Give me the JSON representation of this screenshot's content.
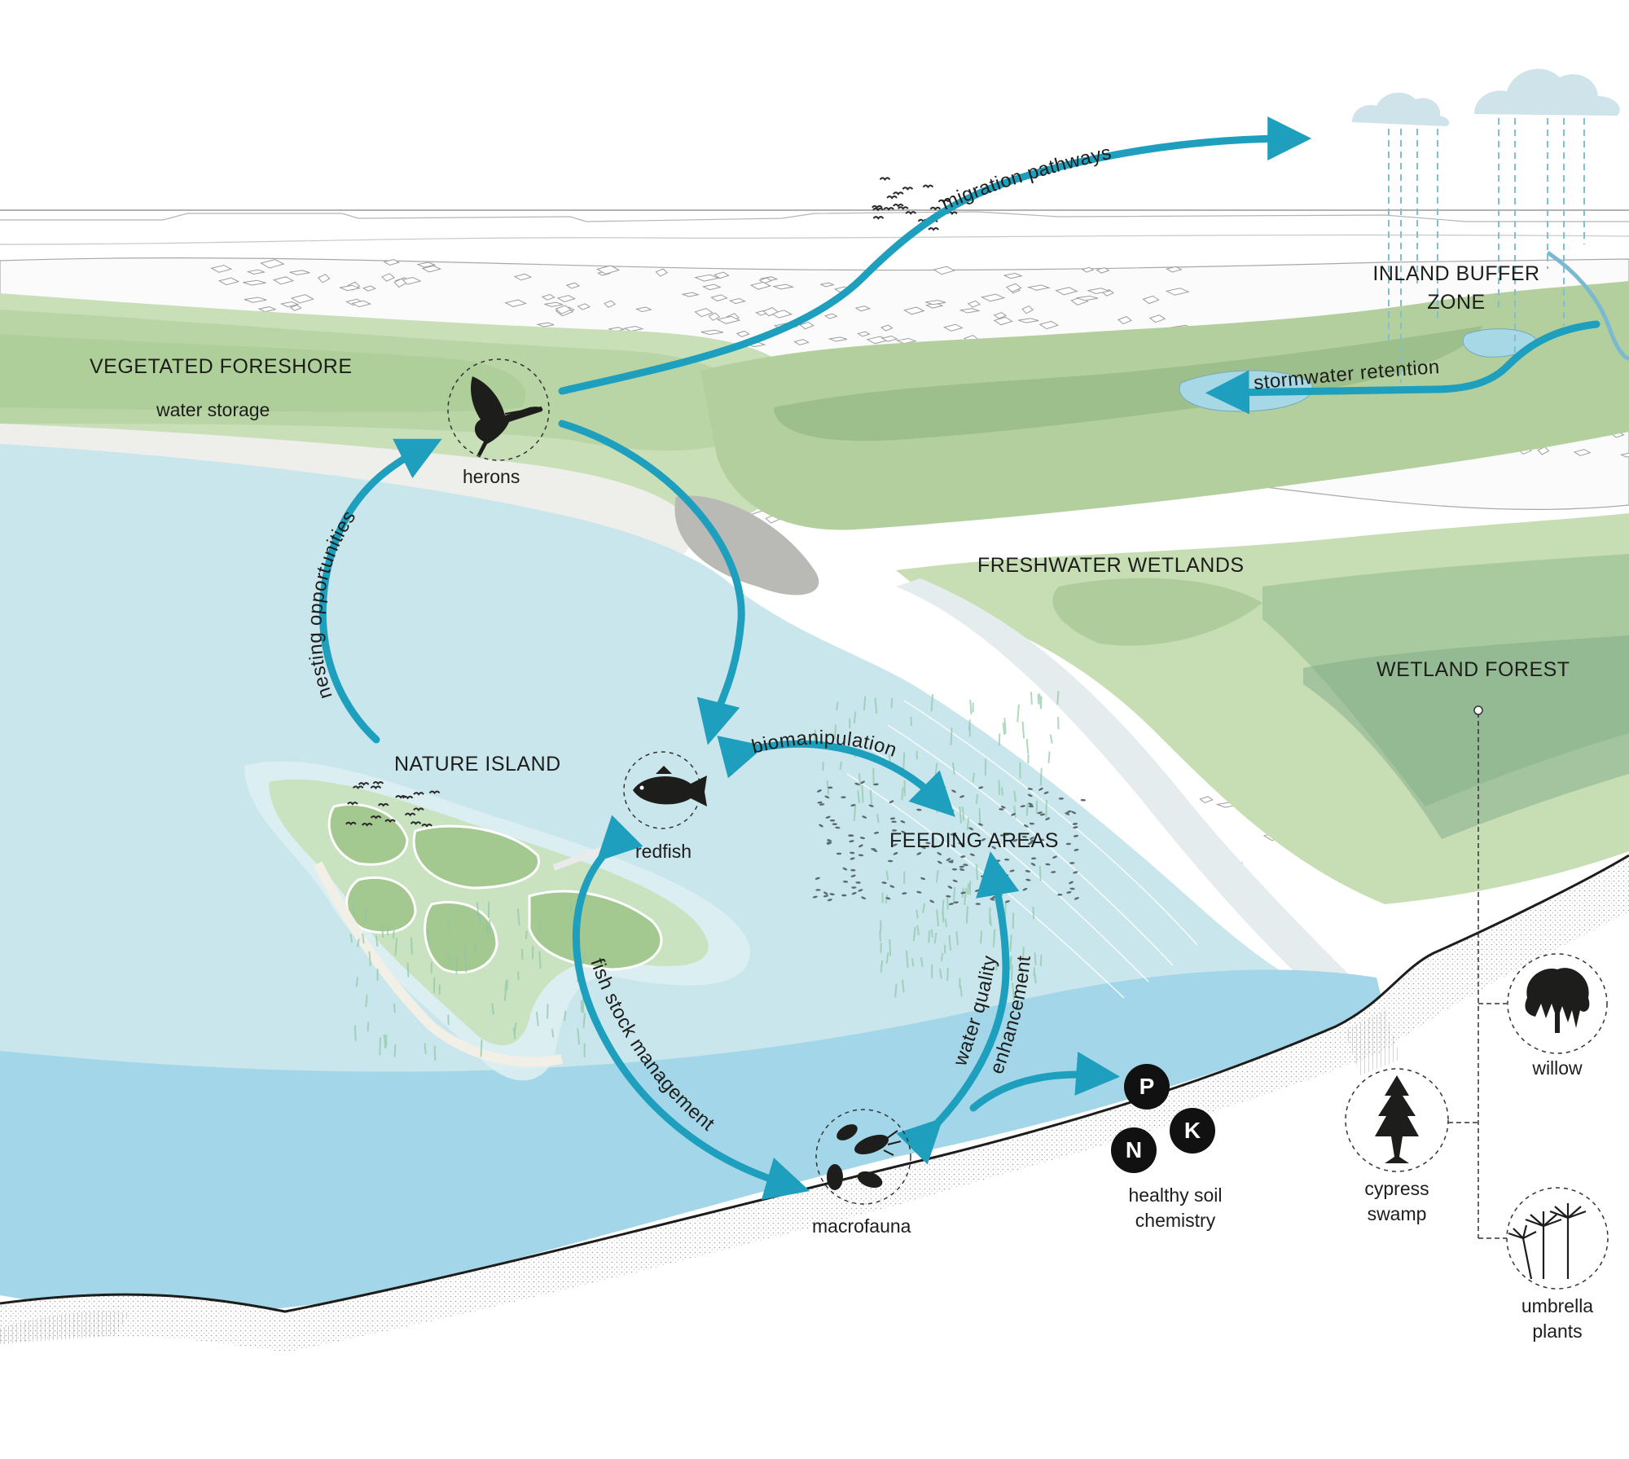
{
  "zones": {
    "vegetated_foreshore": "VEGETATED FORESHORE",
    "inland_buffer_line1": "INLAND BUFFER",
    "inland_buffer_line2": "ZONE",
    "freshwater_wetlands": "FRESHWATER WETLANDS",
    "wetland_forest": "WETLAND FOREST",
    "nature_island": "NATURE ISLAND",
    "feeding_areas": "FEEDING AREAS"
  },
  "labels": {
    "water_storage": "water storage",
    "herons": "herons",
    "redfish": "redfish",
    "macrofauna": "macrofauna",
    "healthy_soil_line1": "healthy soil",
    "healthy_soil_line2": "chemistry",
    "willow": "willow",
    "cypress_line1": "cypress",
    "cypress_line2": "swamp",
    "umbrella_line1": "umbrella",
    "umbrella_line2": "plants"
  },
  "flows": {
    "migration_pathways": "migration pathways",
    "stormwater_retention": "stormwater retention",
    "nesting_opportunities": "nesting opportunities",
    "biomanipulation": "biomanipulation",
    "fish_stock_management": "fish stock management",
    "water_quality": "water quality",
    "enhancement": "enhancement"
  },
  "nutrients": [
    "P",
    "K",
    "N"
  ],
  "icons": {
    "heron": "heron-icon",
    "redfish": "fish-icon",
    "macrofauna": "crustacean-icon",
    "willow": "willow-tree-icon",
    "cypress": "cypress-tree-icon",
    "umbrella": "umbrella-plant-icon",
    "birds": "bird-flock-icon",
    "clouds": "rain-cloud-icon"
  },
  "colors": {
    "flow_arrow": "#1e9fbd",
    "water": "#c6e6ec",
    "water_deep": "#9fd3e6",
    "vegetation": "#b7d3a4",
    "vegetation_dark": "#8fb98c"
  }
}
